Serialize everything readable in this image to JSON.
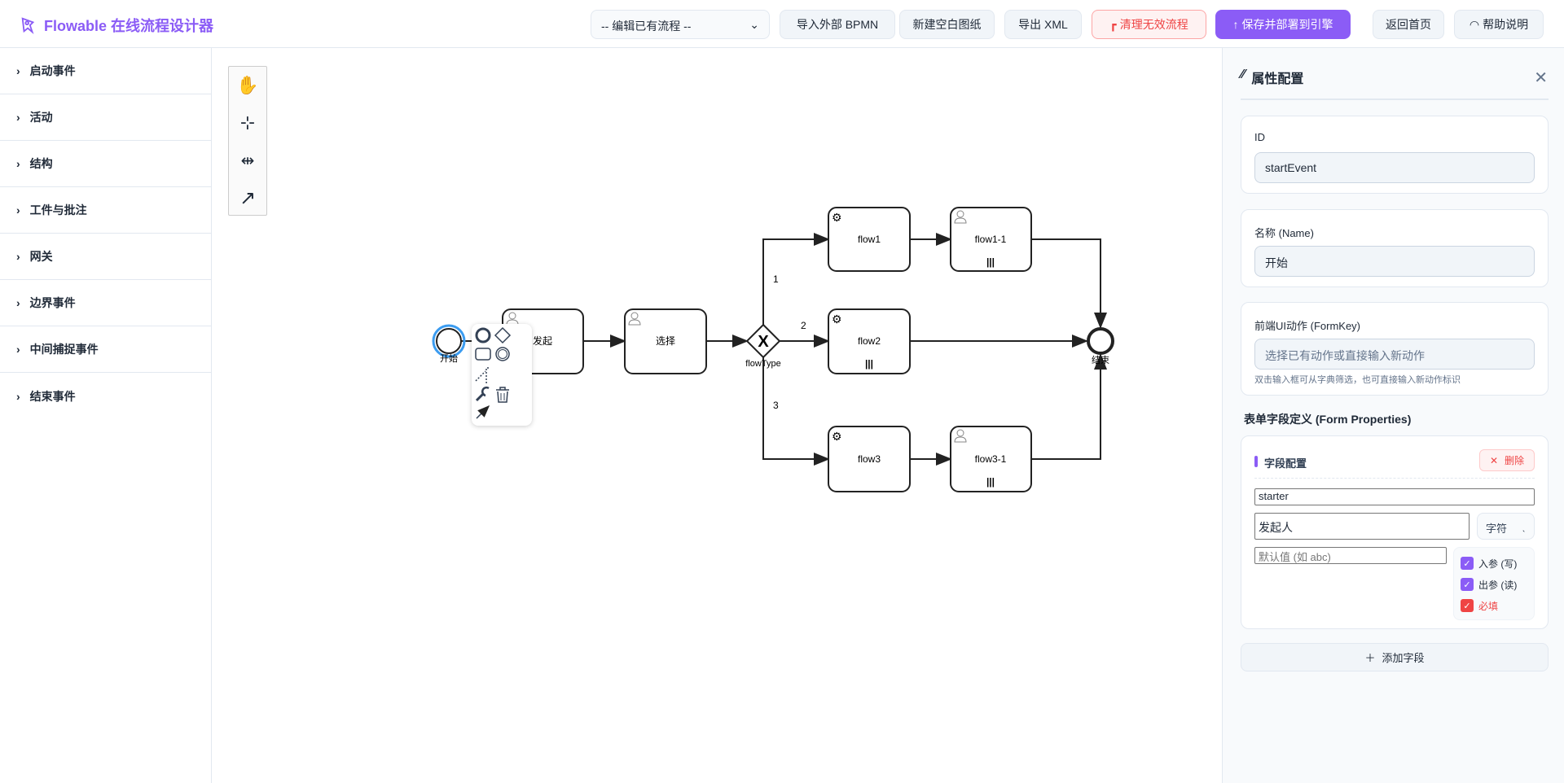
{
  "header": {
    "title": "Flowable 在线流程设计器",
    "select_value": "-- 编辑已有流程 --",
    "buttons": {
      "import": "导入外部 BPMN",
      "new": "新建空白图纸",
      "export": "导出 XML",
      "clean": "清理无效流程",
      "save": "保存并部署到引擎",
      "home": "返回首页",
      "help": "帮助说明"
    }
  },
  "sidebar": {
    "items": [
      {
        "label": "启动事件"
      },
      {
        "label": "活动"
      },
      {
        "label": "结构"
      },
      {
        "label": "工件与批注"
      },
      {
        "label": "网关"
      },
      {
        "label": "边界事件"
      },
      {
        "label": "中间捕捉事件"
      },
      {
        "label": "结束事件"
      }
    ]
  },
  "diagram": {
    "start": "开始",
    "task_start": "发起",
    "task_select": "选择",
    "gateway": "flowType",
    "flow1": "flow1",
    "flow1_1": "flow1-1",
    "flow2": "flow2",
    "flow3": "flow3",
    "flow3_1": "flow3-1",
    "end": "结束",
    "edge1": "1",
    "edge2": "2",
    "edge3": "3"
  },
  "panel": {
    "title": "属性配置",
    "id_label": "ID",
    "id_value": "startEvent",
    "name_label": "名称 (Name)",
    "name_value": "开始",
    "formkey_label": "前端UI动作 (FormKey)",
    "formkey_placeholder": "选择已有动作或直接输入新动作",
    "formkey_hint": "双击输入框可从字典筛选，也可直接输入新动作标识",
    "form_section": "表单字段定义 (Form Properties)",
    "field": {
      "title": "字段配置",
      "delete": "删除",
      "id": "starter",
      "name": "发起人",
      "type": "字符",
      "default_placeholder": "默认值 (如 abc)",
      "in": "入参 (写)",
      "out": "出参 (读)",
      "required": "必填"
    },
    "add_field": "添加字段"
  },
  "colors": {
    "accent": "#8b5cf6",
    "danger": "#ef4444"
  }
}
